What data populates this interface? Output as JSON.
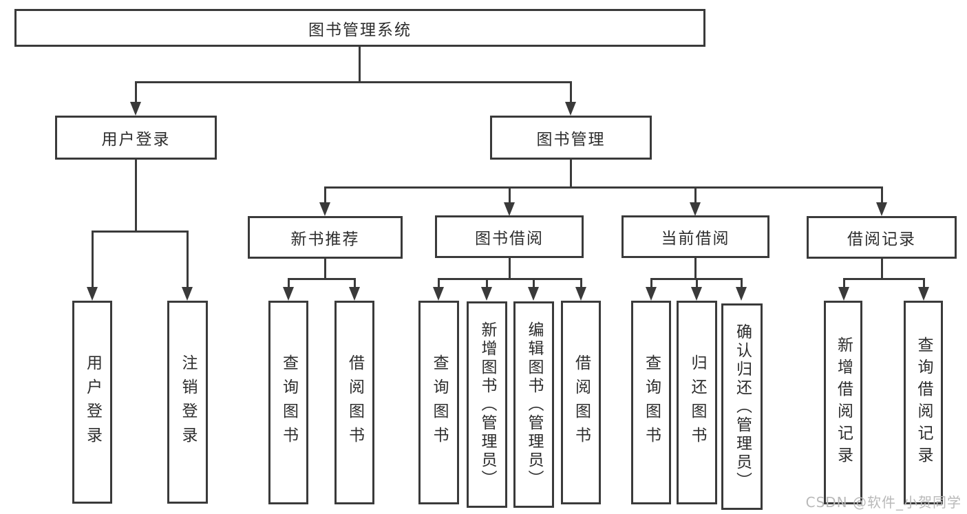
{
  "colors": {
    "line": "#3a3a3a",
    "box_border": "#3a3a3a",
    "box_fill": "#ffffff",
    "text": "#2d2d2d",
    "watermark": "#b9b9b9"
  },
  "tree": {
    "root": {
      "label": "图书管理系统",
      "children": [
        {
          "label": "用户登录",
          "children": [
            {
              "label": "用户登录"
            },
            {
              "label": "注销登录"
            }
          ]
        },
        {
          "label": "图书管理",
          "children": [
            {
              "label": "新书推荐",
              "children": [
                {
                  "label": "查询图书"
                },
                {
                  "label": "借阅图书"
                }
              ]
            },
            {
              "label": "图书借阅",
              "children": [
                {
                  "label": "查询图书"
                },
                {
                  "label": "新增图书（管理员）"
                },
                {
                  "label": "编辑图书（管理员）"
                },
                {
                  "label": "借阅图书"
                }
              ]
            },
            {
              "label": "当前借阅",
              "children": [
                {
                  "label": "查询图书"
                },
                {
                  "label": "归还图书"
                },
                {
                  "label": "确认归还（管理员）"
                }
              ]
            },
            {
              "label": "借阅记录",
              "children": [
                {
                  "label": "新增借阅记录"
                },
                {
                  "label": "查询借阅记录"
                }
              ]
            }
          ]
        }
      ]
    }
  },
  "watermark": {
    "text": "CSDN @软件_小贺同学"
  }
}
